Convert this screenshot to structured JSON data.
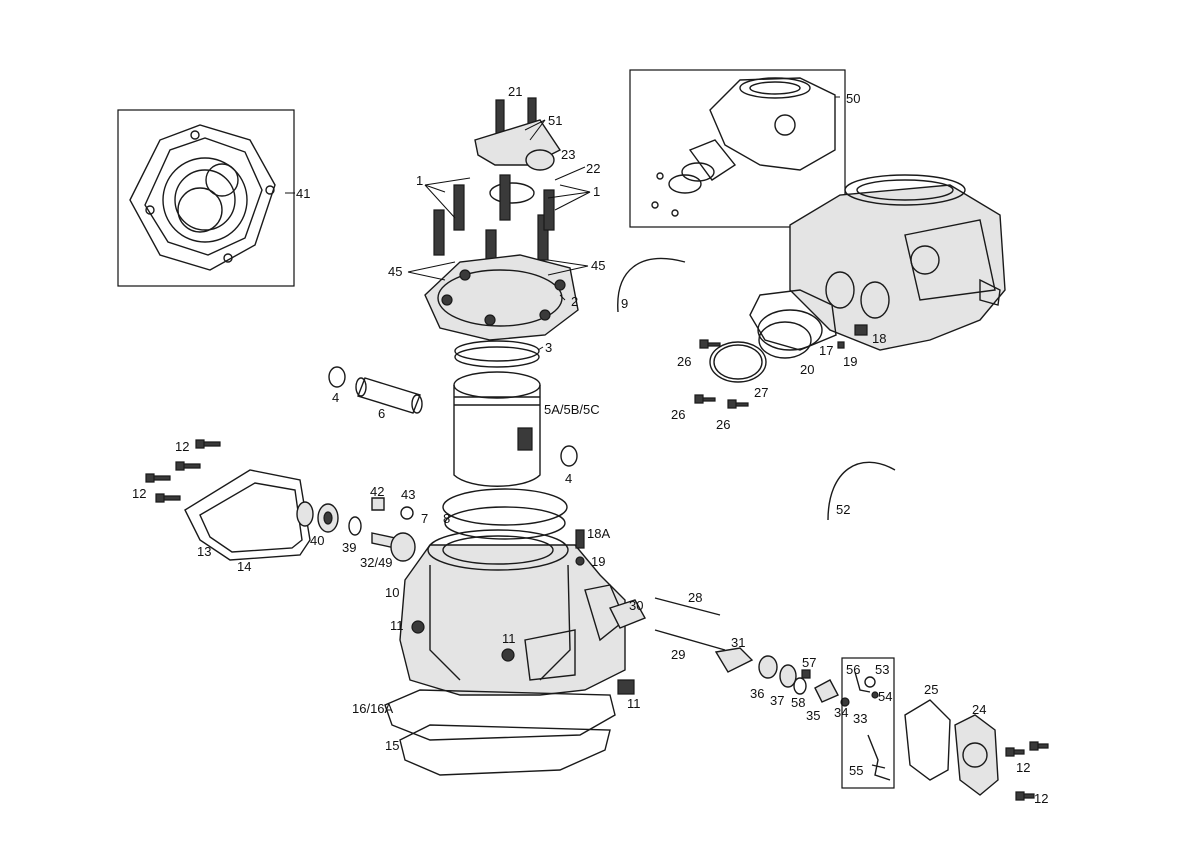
{
  "labels": {
    "l1a": "1",
    "l1b": "1",
    "l2": "2",
    "l3": "3",
    "l4a": "4",
    "l4b": "4",
    "l5": "5A/5B/5C",
    "l6": "6",
    "l7": "7",
    "l8": "8",
    "l9": "9",
    "l10": "10",
    "l11a": "11",
    "l11b": "11",
    "l11c": "11",
    "l12a": "12",
    "l12b": "12",
    "l12c": "12",
    "l12d": "12",
    "l13": "13",
    "l14": "14",
    "l15": "15",
    "l16": "16/16A",
    "l17": "17",
    "l18": "18",
    "l18a": "18A",
    "l19a": "19",
    "l19b": "19",
    "l20": "20",
    "l21": "21",
    "l22": "22",
    "l23": "23",
    "l24": "24",
    "l25": "25",
    "l26a": "26",
    "l26b": "26",
    "l26c": "26",
    "l27": "27",
    "l28": "28",
    "l29": "29",
    "l30": "30",
    "l31": "31",
    "l32": "32/49",
    "l33": "33",
    "l34": "34",
    "l35": "35",
    "l36": "36",
    "l37": "37",
    "l39": "39",
    "l40": "40",
    "l41": "41",
    "l42": "42",
    "l43": "43",
    "l45a": "45",
    "l45b": "45",
    "l50": "50",
    "l51": "51",
    "l52": "52",
    "l53": "53",
    "l54": "54",
    "l55": "55",
    "l56": "56",
    "l57": "57",
    "l58": "58"
  }
}
